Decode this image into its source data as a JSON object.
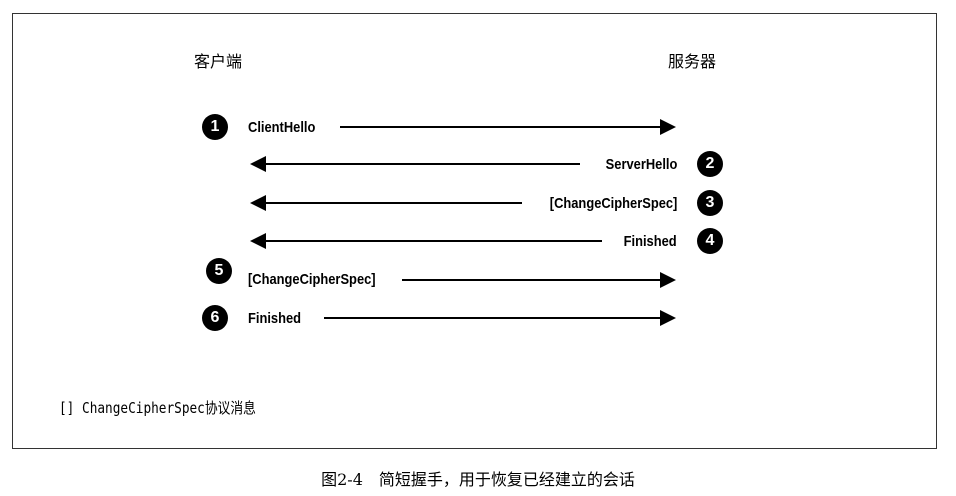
{
  "client_label": "客户端",
  "server_label": "服务器",
  "steps": [
    {
      "num": "1",
      "label": "ClientHello"
    },
    {
      "num": "2",
      "label": "ServerHello"
    },
    {
      "num": "3",
      "label": "[ChangeCipherSpec]"
    },
    {
      "num": "4",
      "label": "Finished"
    },
    {
      "num": "5",
      "label": "[ChangeCipherSpec]"
    },
    {
      "num": "6",
      "label": "Finished"
    }
  ],
  "legend": "[] ChangeCipherSpec协议消息",
  "caption": "图2-4　简短握手，用于恢复已经建立的会话"
}
